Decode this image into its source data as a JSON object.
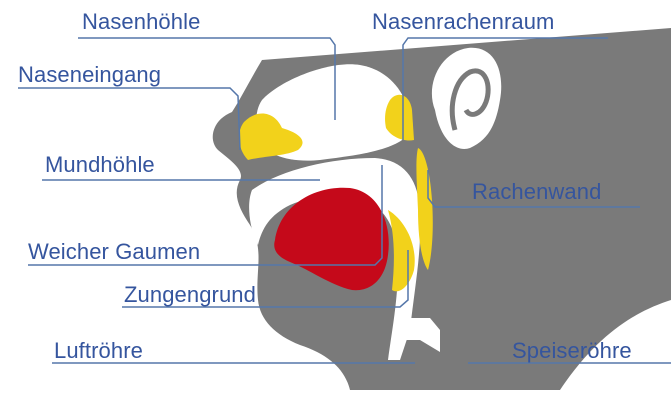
{
  "colors": {
    "background": "#ffffff",
    "anatomy_gray": "#7a7a7a",
    "inner_white": "#ffffff",
    "mucosa_yellow": "#f2d21b",
    "tongue_red": "#c5091a",
    "label_text": "#35559e",
    "leader_line": "#5577aa"
  },
  "labels": {
    "nasal_cavity": "Nasenhöhle",
    "nasopharynx": "Nasenrachenraum",
    "nasal_entrance": "Naseneingang",
    "oral_cavity": "Mundhöhle",
    "pharyngeal_wall": "Rachenwand",
    "soft_palate": "Weicher Gaumen",
    "tongue_base": "Zungengrund",
    "trachea": "Luftröhre",
    "esophagus": "Speiseröhre"
  }
}
